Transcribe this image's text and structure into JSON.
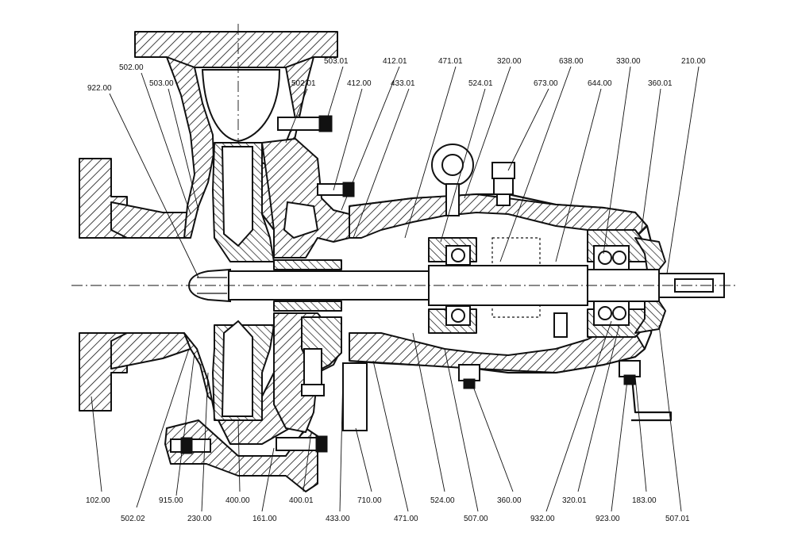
{
  "labels": {
    "top": [
      "502.00",
      "503.00",
      "922.00",
      "503.01",
      "502.01",
      "412.00",
      "412.01",
      "433.01",
      "471.01",
      "524.01",
      "320.00",
      "673.00",
      "638.00",
      "644.00",
      "330.00",
      "360.01",
      "210.00"
    ],
    "bottom": [
      "102.00",
      "502.02",
      "915.00",
      "230.00",
      "161.00",
      "400.00",
      "400.01",
      "433.00",
      "710.00",
      "471.00",
      "524.00",
      "507.00",
      "360.00",
      "932.00",
      "320.01",
      "923.00",
      "183.00",
      "507.01"
    ]
  }
}
